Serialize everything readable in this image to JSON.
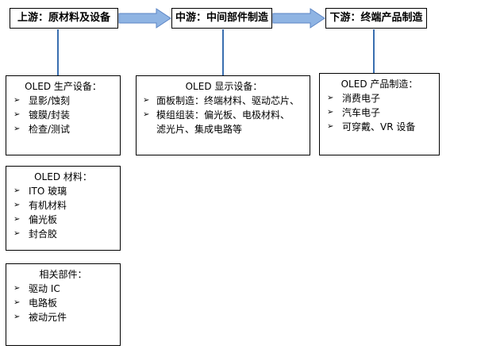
{
  "stages": [
    {
      "label": "上游：原材料及设备"
    },
    {
      "label": "中游：中间部件制造"
    },
    {
      "label": "下游：终端产品制造"
    }
  ],
  "upstream_panels": [
    {
      "title": "OLED 生产设备：",
      "items": [
        {
          "text": "显影/蚀刻"
        },
        {
          "text": "镀膜/封装"
        },
        {
          "text": "检查/测试"
        }
      ]
    },
    {
      "title": "OLED 材料：",
      "items": [
        {
          "text": "ITO 玻璃"
        },
        {
          "text": "有机材料"
        },
        {
          "text": "偏光板"
        },
        {
          "text": "封合胶"
        }
      ]
    },
    {
      "title": "相关部件：",
      "items": [
        {
          "text": "驱动 IC"
        },
        {
          "text": "电路板"
        },
        {
          "text": "被动元件"
        }
      ]
    }
  ],
  "midstream_panel": {
    "title": "OLED 显示设备：",
    "items": [
      {
        "text": "面板制造：终端材料、驱动芯片、"
      },
      {
        "text": "模组组装：偏光板、电极材料、",
        "cont": "滤光片、集成电路等"
      }
    ]
  },
  "downstream_panel": {
    "title": "OLED 产品制造：",
    "items": [
      {
        "text": "消费电子"
      },
      {
        "text": "汽车电子"
      },
      {
        "text": "可穿戴、VR 设备"
      }
    ]
  },
  "bullet_glyph": "➢",
  "colors": {
    "connector": "#3a6fb0",
    "arrow_fill": "#8fb4e3",
    "arrow_stroke": "#5b84c4",
    "border": "#000000"
  }
}
